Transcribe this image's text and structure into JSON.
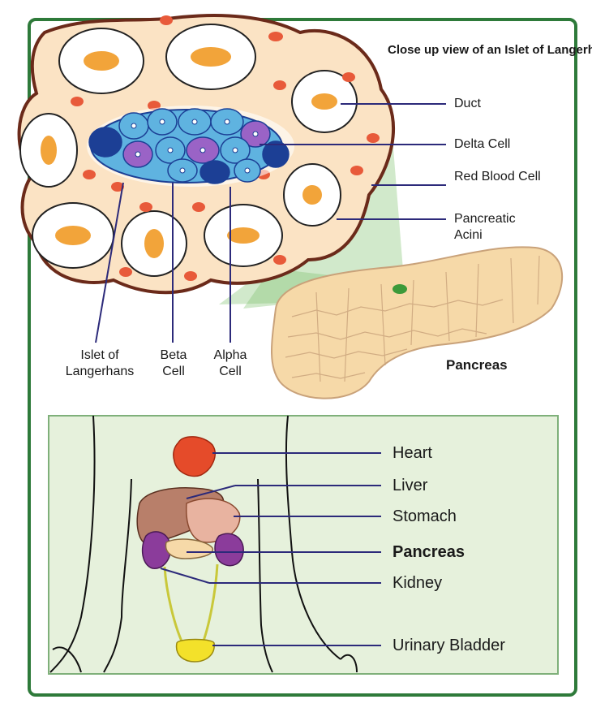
{
  "title": "Close up view of an Islet of Langerhans",
  "islet_labels": {
    "duct": "Duct",
    "delta_cell": "Delta Cell",
    "red_blood_cell": "Red Blood Cell",
    "pancreatic_acini": "Pancreatic Acini",
    "islet_of_langerhans": "Islet of Langerhans",
    "beta_cell": "Beta Cell",
    "alpha_cell": "Alpha Cell"
  },
  "pancreas_label": "Pancreas",
  "body_labels": {
    "heart": "Heart",
    "liver": "Liver",
    "stomach": "Stomach",
    "pancreas": "Pancreas",
    "kidney": "Kidney",
    "urinary_bladder": "Urinary Bladder"
  },
  "colors": {
    "frame": "#2e7a3a",
    "tissue": "#fbe3c4",
    "tissue_outline": "#6b2a1a",
    "duct": "#f2a43a",
    "red_blood_cell": "#e85a3a",
    "beta_cell": "#5fb3e0",
    "alpha_cell": "#1c3f95",
    "delta_cell": "#9a63c6",
    "pancreas": "#f6d9a8",
    "body_panel": "#e6f1dc",
    "heart": "#e54b2a",
    "liver": "#b87f6a",
    "stomach": "#e8b3a0",
    "kidney": "#8b3c9b",
    "bladder": "#f3e12a",
    "pointer": "#2c2a7a"
  }
}
